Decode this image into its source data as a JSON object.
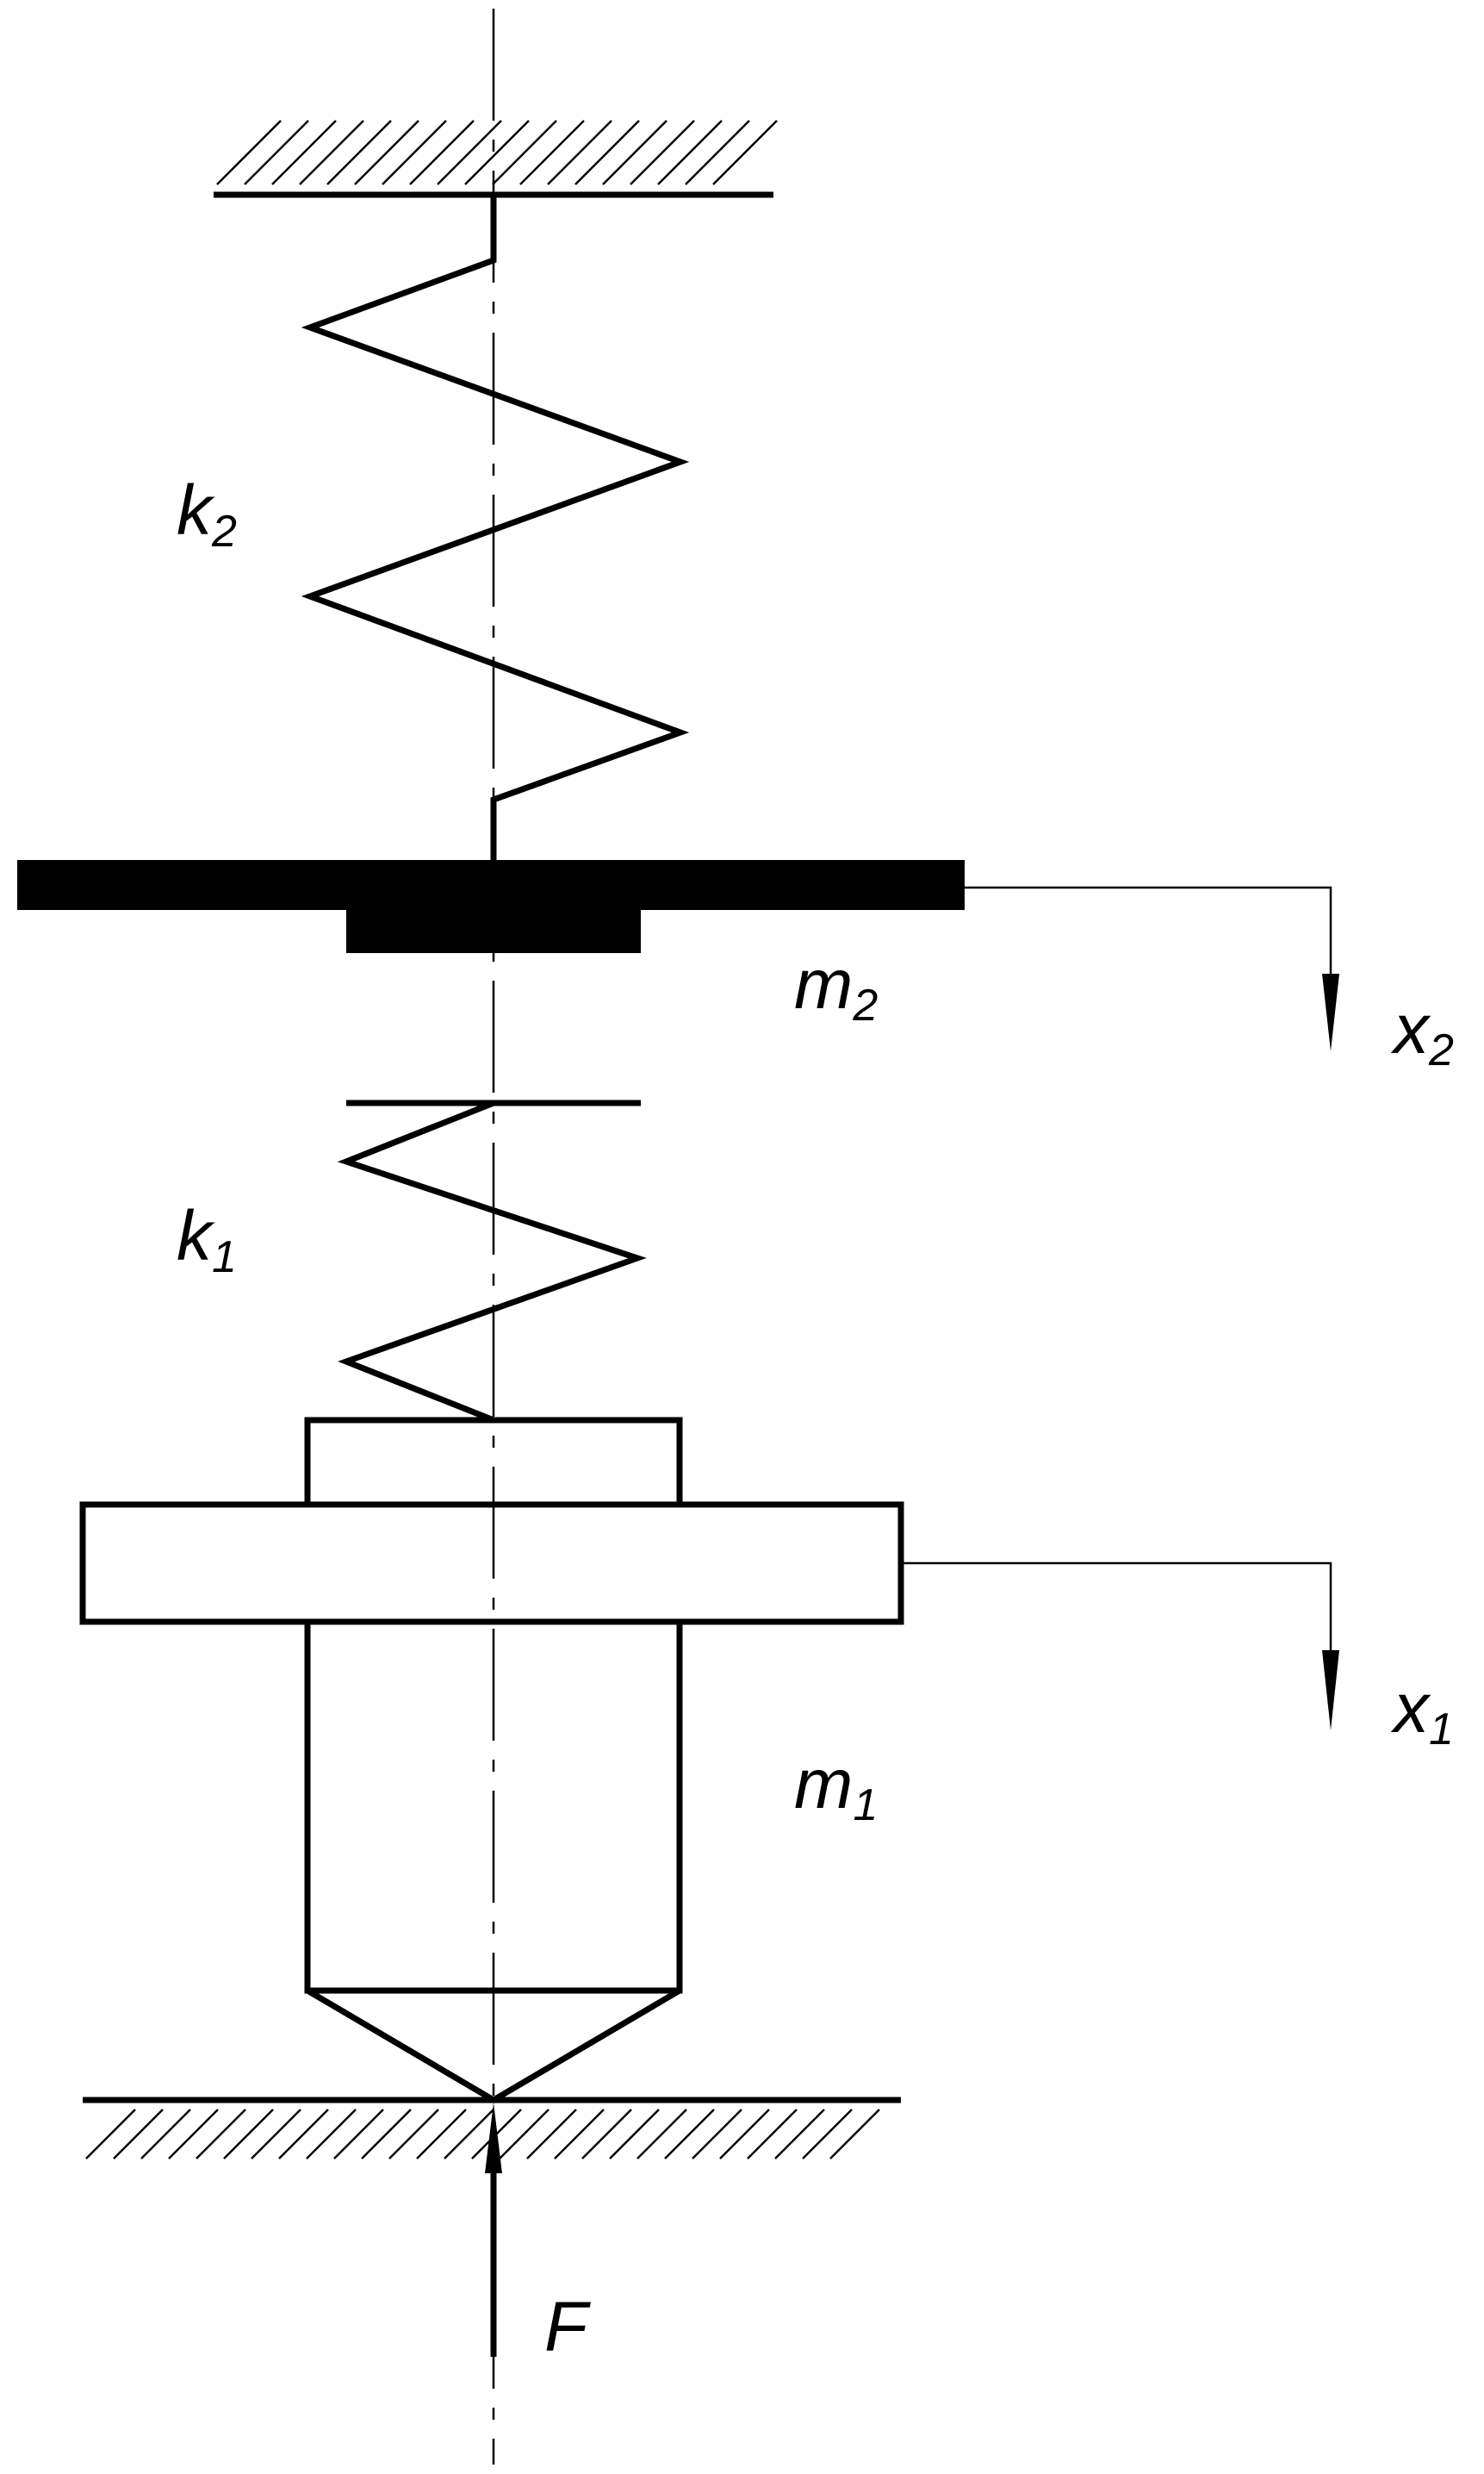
{
  "labels": {
    "spring_top": {
      "main": "k",
      "sub": "2"
    },
    "spring_bottom": {
      "main": "k",
      "sub": "1"
    },
    "mass_top": {
      "main": "m",
      "sub": "2"
    },
    "mass_bottom": {
      "main": "m",
      "sub": "1"
    },
    "disp_top": {
      "main": "x",
      "sub": "2"
    },
    "disp_bottom": {
      "main": "x",
      "sub": "1"
    },
    "force": "F"
  }
}
